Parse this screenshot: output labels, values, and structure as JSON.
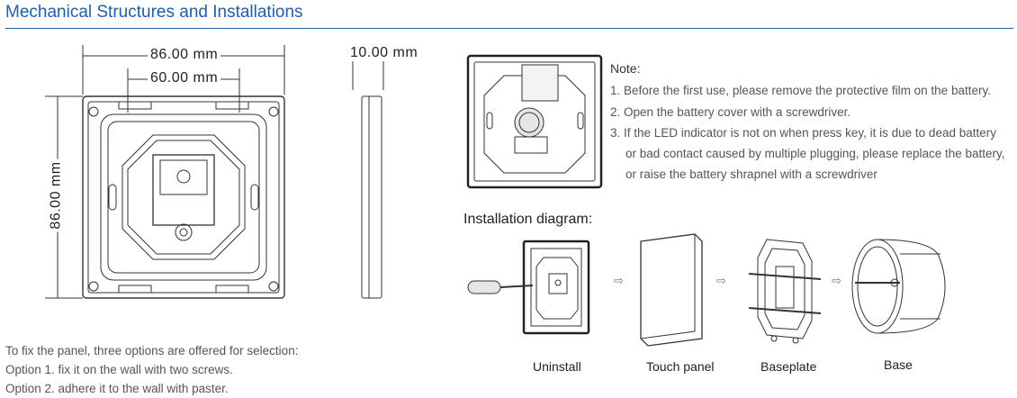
{
  "header": {
    "title": "Mechanical Structures and Installations"
  },
  "dimensions": {
    "width_outer": "86.00 mm",
    "width_inner": "60.00 mm",
    "height": "86.00 mm",
    "thickness": "10.00 mm"
  },
  "note": {
    "title": "Note:",
    "lines": [
      "1. Before the first use, please remove the protective film on the battery.",
      "2. Open the battery cover with a screwdriver.",
      "3. If the LED indicator is not on when press key, it is due to dead battery",
      "or bad contact caused by multiple plugging, please replace the battery,",
      "or raise the battery shrapnel with a screwdriver"
    ]
  },
  "installation": {
    "title": "Installation diagram:",
    "steps": [
      "Uninstall",
      "Touch panel",
      "Baseplate",
      "Base"
    ],
    "arrow_glyph": "⇨"
  },
  "fixing": {
    "intro": "To fix the panel, three options are offered for selection:",
    "options": [
      "Option 1. fix it on the wall with two screws.",
      "Option 2. adhere it to the wall with paster."
    ]
  }
}
